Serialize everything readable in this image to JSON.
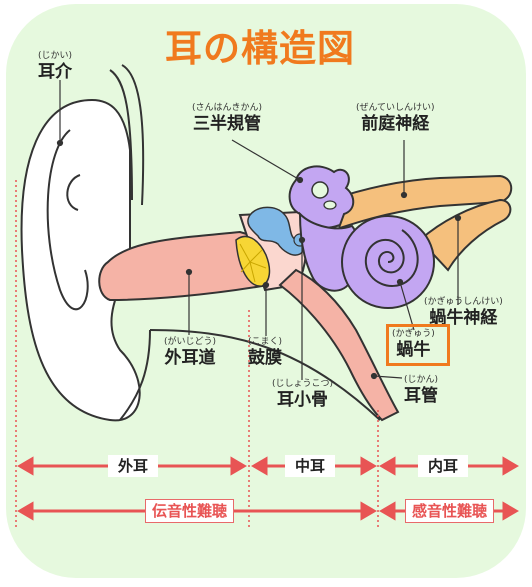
{
  "title": "耳の構造図",
  "parts": {
    "jikai": {
      "ruby": "(じかい)",
      "name": "耳介"
    },
    "sankan": {
      "ruby": "(さんはんきかん)",
      "name": "三半規管"
    },
    "zentei": {
      "ruby": "(ぜんていしんけい)",
      "name": "前庭神経"
    },
    "kagyu_shinkei": {
      "ruby": "(かぎゅうしんけい)",
      "name": "蝸牛神経"
    },
    "kagyu": {
      "ruby": "(かぎゅう)",
      "name": "蝸牛"
    },
    "gaijido": {
      "ruby": "(がいじどう)",
      "name": "外耳道"
    },
    "komaku": {
      "ruby": "(こまく)",
      "name": "鼓膜"
    },
    "jishokotsu": {
      "ruby": "(じしょうこつ)",
      "name": "耳小骨"
    },
    "jikan": {
      "ruby": "(じかん)",
      "name": "耳管"
    }
  },
  "sections": {
    "outer": "外耳",
    "middle": "中耳",
    "inner": "内耳"
  },
  "hearing_loss": {
    "conductive": "伝音性難聴",
    "sensorineural": "感音性難聴"
  },
  "colors": {
    "background": "#e6f9de",
    "title": "#f07a1e",
    "arrow": "#e85454",
    "canal": "#f5b3a6",
    "cochlea": "#c3a6f2",
    "nerve": "#f5c07d",
    "eardrum": "#f7d635",
    "ossicle": "#7fb8e6"
  }
}
